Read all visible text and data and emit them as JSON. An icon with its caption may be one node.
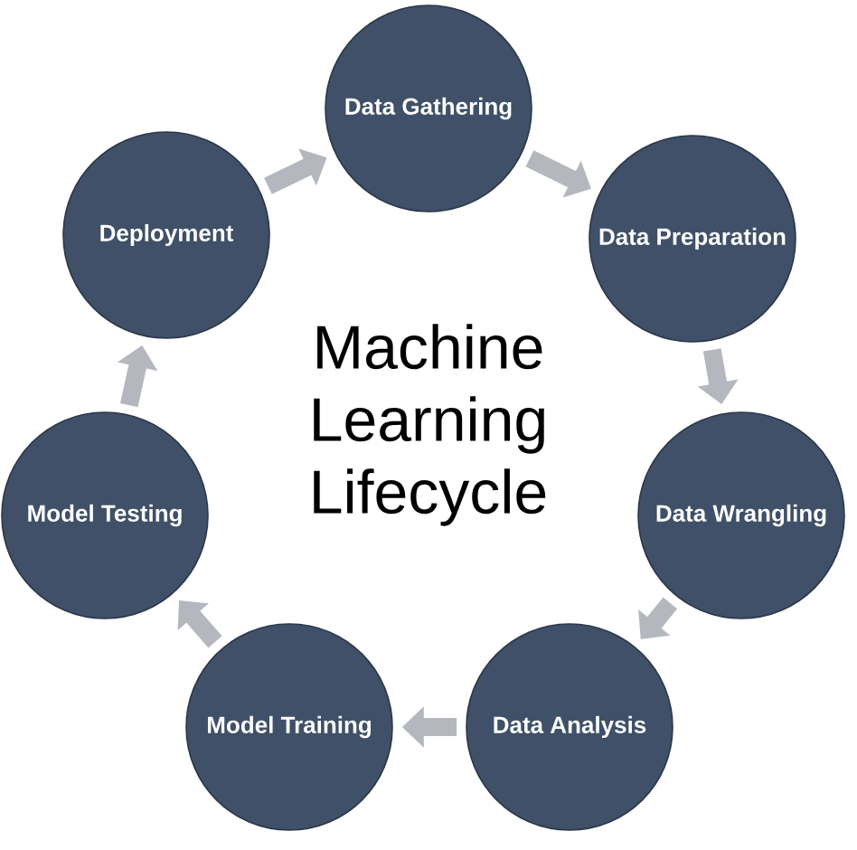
{
  "diagram": {
    "title": "Machine Learning Lifecycle",
    "nodes": [
      {
        "text": [
          "Data Gathering"
        ]
      },
      {
        "text": [
          "Data Preparation"
        ]
      },
      {
        "text": [
          "Data Wrangling"
        ]
      },
      {
        "text": [
          "Data Analysis"
        ]
      },
      {
        "text": [
          "Model Training"
        ]
      },
      {
        "text": [
          "Model Testing"
        ]
      },
      {
        "text": [
          "Deployment"
        ]
      }
    ],
    "edges": [
      {
        "from": 0,
        "to": 1,
        "arrow": "to"
      },
      {
        "from": 1,
        "to": 2,
        "arrow": "to"
      },
      {
        "from": 2,
        "to": 3,
        "arrow": "to"
      },
      {
        "from": 3,
        "to": 4,
        "arrow": "to"
      },
      {
        "from": 4,
        "to": 5,
        "arrow": "to"
      },
      {
        "from": 5,
        "to": 6,
        "arrow": "to"
      },
      {
        "from": 6,
        "to": 0,
        "arrow": "to"
      }
    ]
  }
}
